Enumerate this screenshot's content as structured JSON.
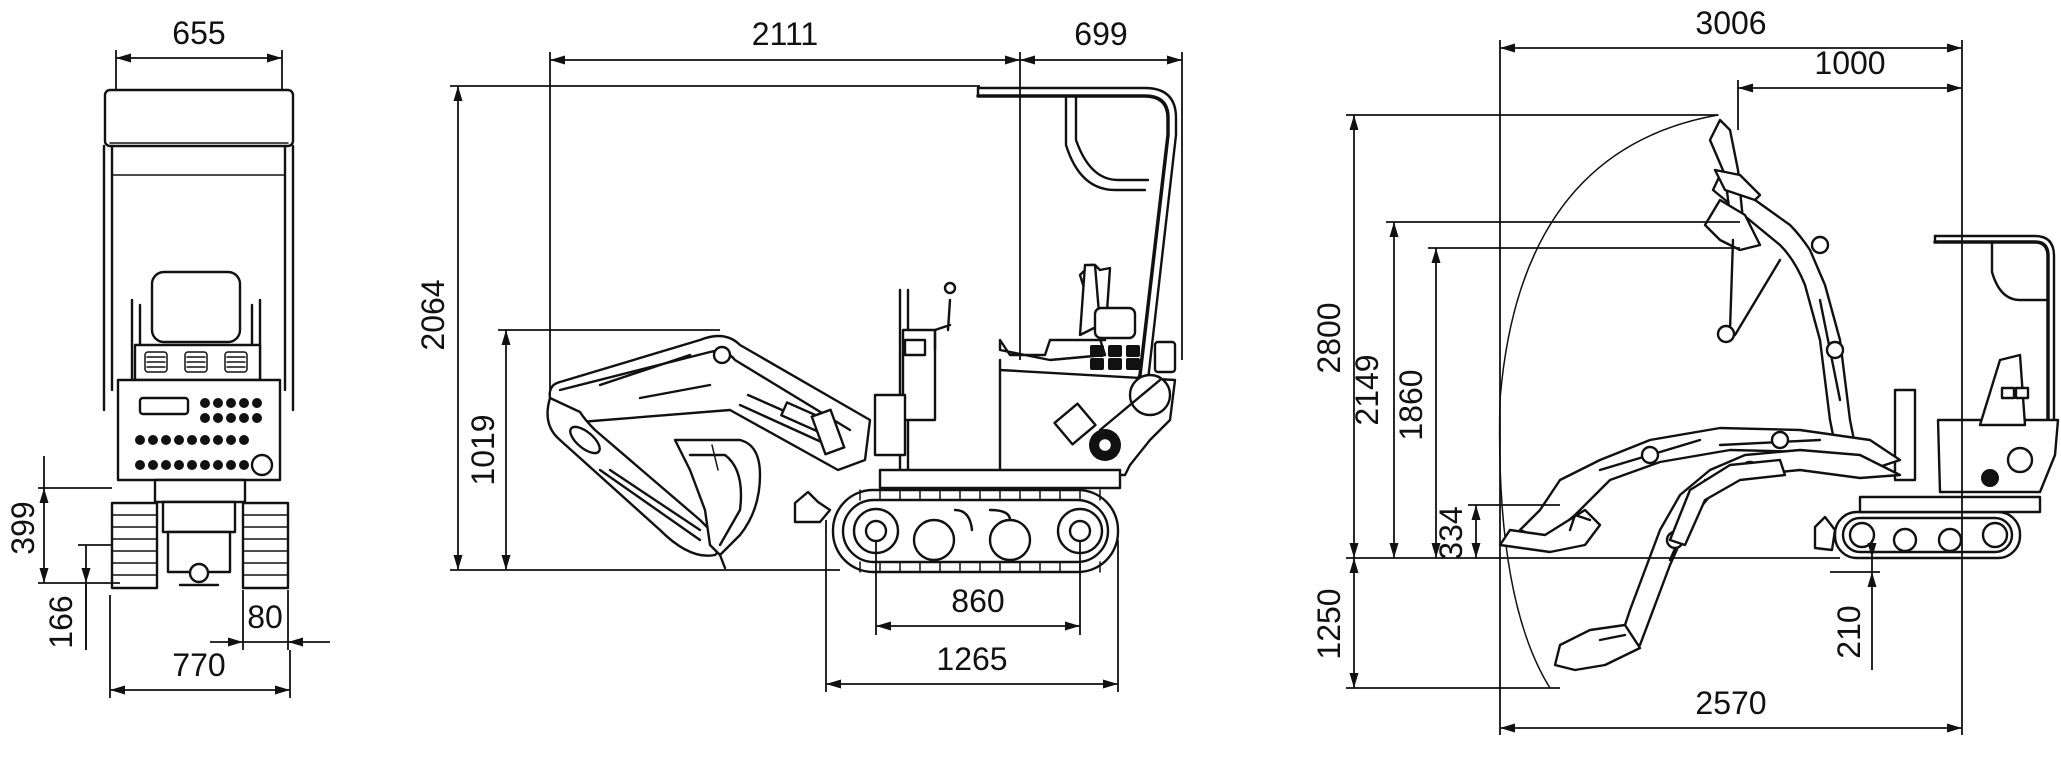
{
  "dimensions": {
    "front_width_top": "655",
    "front_height_399": "399",
    "front_height_166": "166",
    "front_width_80": "80",
    "front_width_770": "770",
    "side_length_2111": "2111",
    "side_length_699": "699",
    "side_height_2064": "2064",
    "side_height_1019": "1019",
    "side_track_860": "860",
    "side_track_1265": "1265",
    "reach_3006": "3006",
    "reach_1000": "1000",
    "reach_height_2800": "2800",
    "reach_height_2149": "2149",
    "reach_height_1860": "1860",
    "reach_height_334": "334",
    "reach_depth_1250": "1250",
    "reach_210": "210",
    "reach_2570": "2570"
  }
}
